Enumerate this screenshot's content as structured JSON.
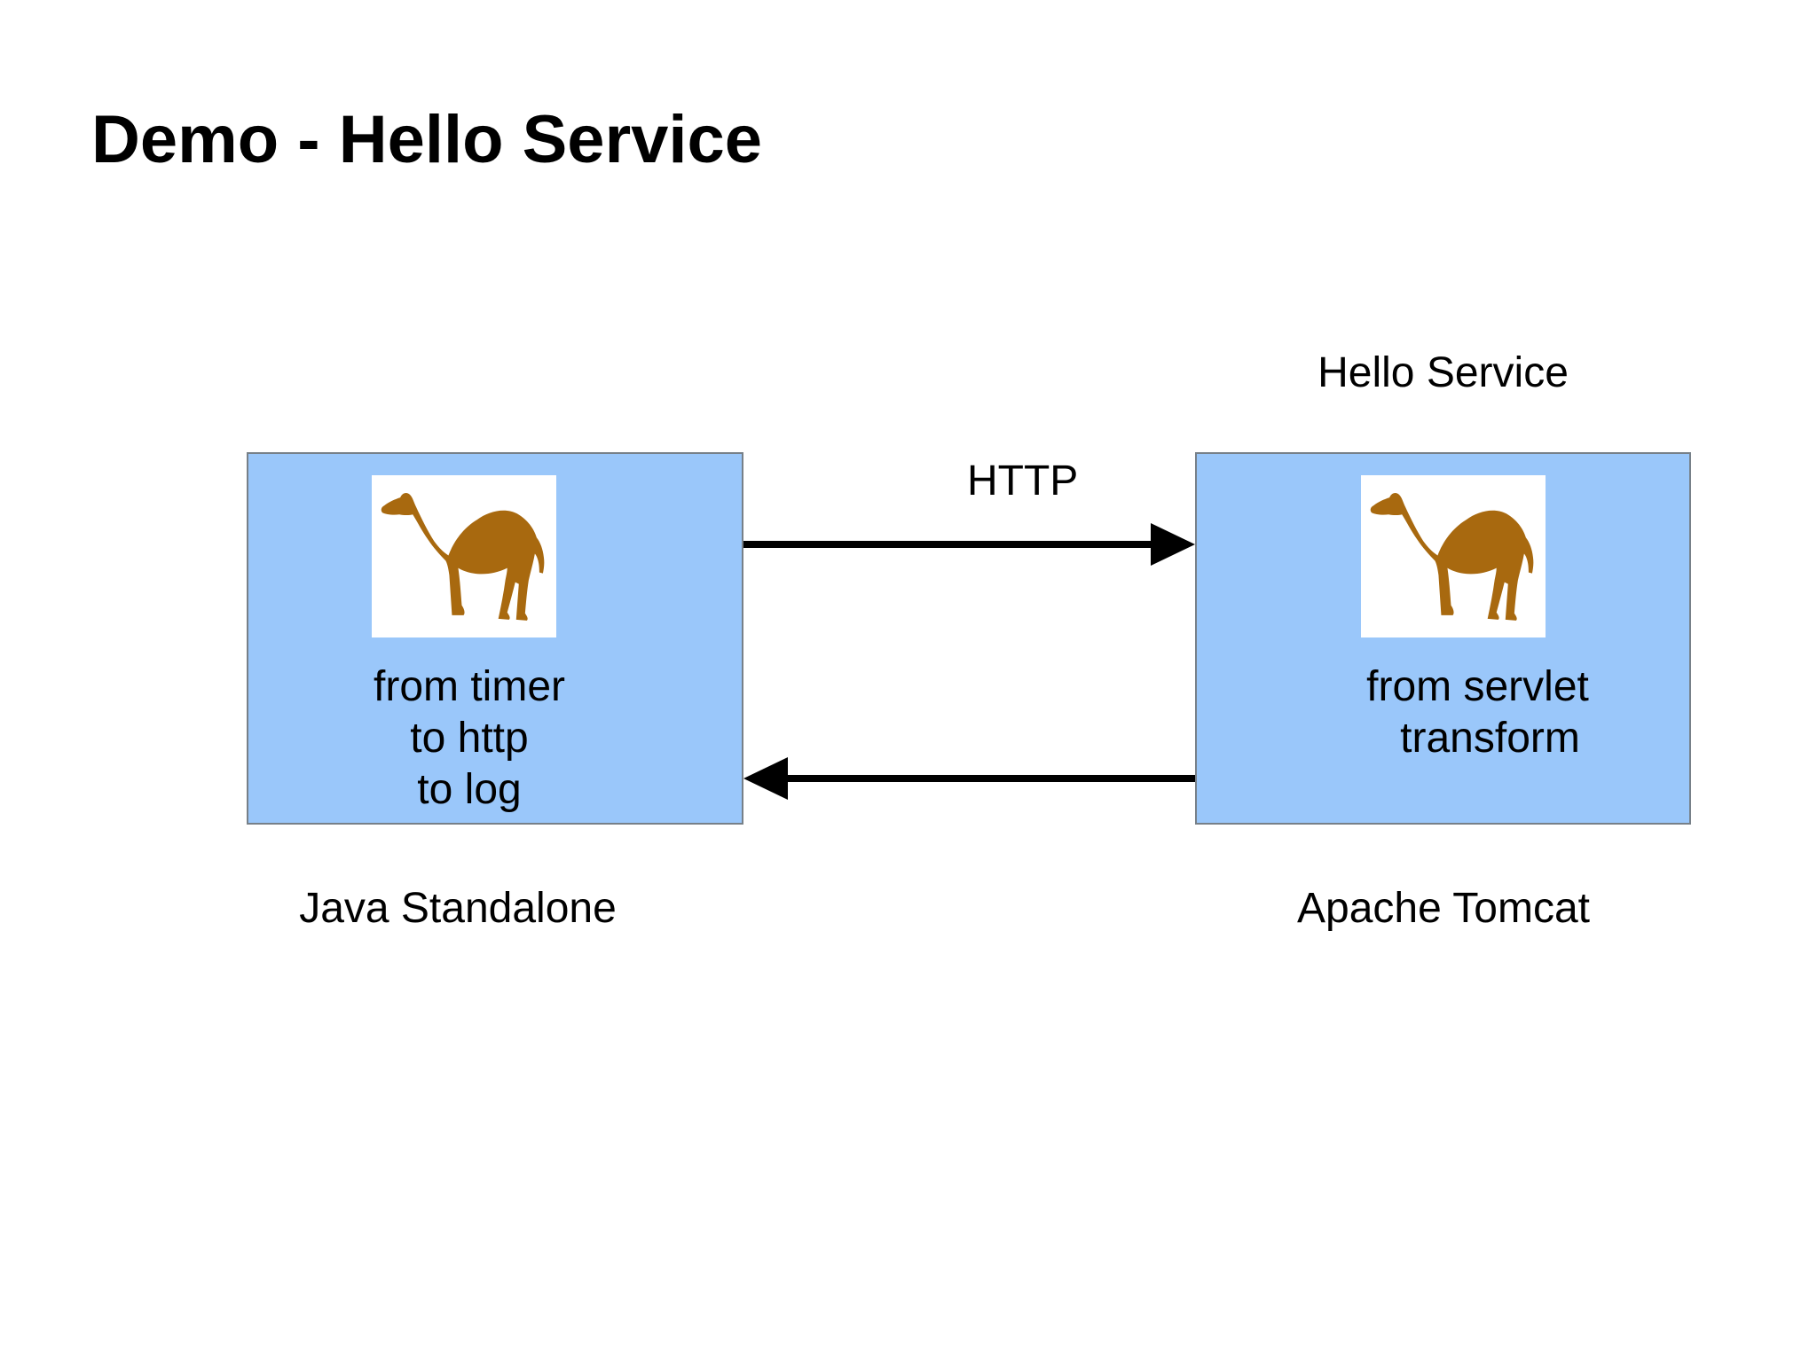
{
  "slide": {
    "title": "Demo - Hello Service"
  },
  "diagram": {
    "http_label": "HTTP",
    "hello_service_label": "Hello Service",
    "left_node": {
      "lines": [
        "from timer",
        "to http",
        "to log"
      ],
      "caption": "Java Standalone",
      "icon": "apache-camel-logo"
    },
    "right_node": {
      "lines": [
        "from servlet",
        "transform"
      ],
      "caption": "Apache Tomcat",
      "icon": "apache-camel-logo"
    },
    "arrows": [
      {
        "direction": "left-to-right",
        "label": "HTTP"
      },
      {
        "direction": "right-to-left",
        "label": ""
      }
    ]
  },
  "colors": {
    "background": "#ffffff",
    "node_fill": "#9ac7fa",
    "node_border": "#778088",
    "camel_brown": "#a8690f",
    "arrow_black": "#000000",
    "text_black": "#000000"
  }
}
